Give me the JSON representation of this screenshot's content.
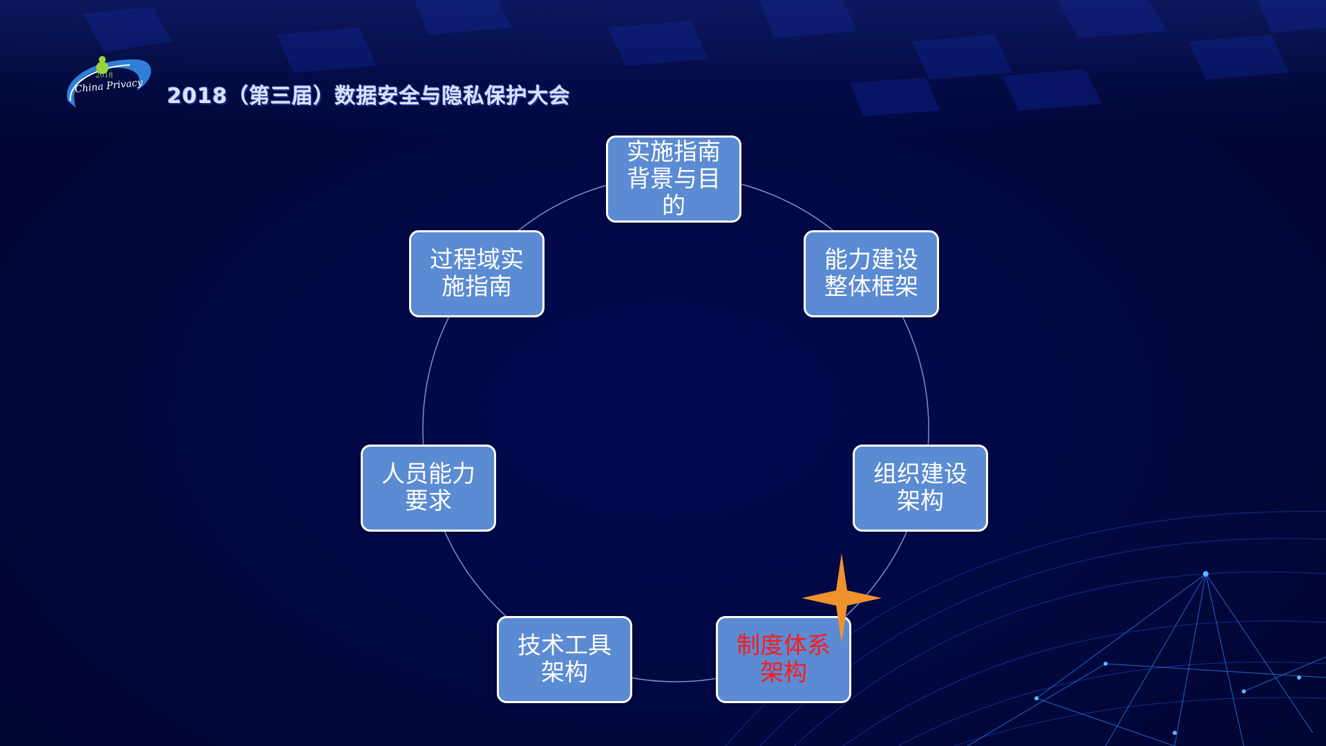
{
  "header": {
    "logo_text": "China Privacy",
    "logo_year": "2018",
    "title": "2018（第三届）数据安全与隐私保护大会"
  },
  "diagram": {
    "type": "cycle",
    "nodes": [
      {
        "id": "n1",
        "label": "实施指南背景与目的",
        "highlighted": false
      },
      {
        "id": "n2",
        "label": "能力建设整体框架",
        "highlighted": false
      },
      {
        "id": "n3",
        "label": "组织建设架构",
        "highlighted": false
      },
      {
        "id": "n4",
        "label": "制度体系架构",
        "highlighted": true
      },
      {
        "id": "n5",
        "label": "技术工具架构",
        "highlighted": false
      },
      {
        "id": "n6",
        "label": "人员能力要求",
        "highlighted": false
      },
      {
        "id": "n7",
        "label": "过程域实施指南",
        "highlighted": false
      }
    ]
  },
  "colors": {
    "background": "#020842",
    "node_fill": "#5b8bd3",
    "node_border": "#ffffff",
    "node_text": "#ffffff",
    "highlight_text": "#ff1a1a",
    "ring": "#8aa0e0",
    "star": "#f0922e"
  },
  "icons": {
    "marker": "four-point-star-icon"
  }
}
